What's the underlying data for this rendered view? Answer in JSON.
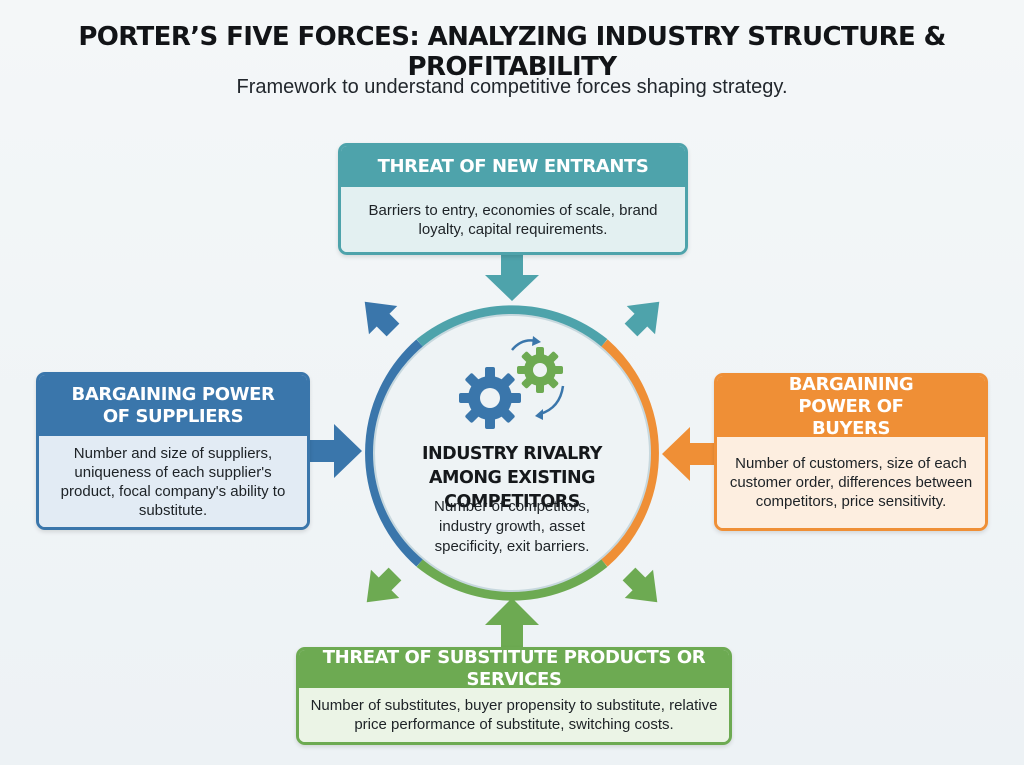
{
  "header": {
    "title": "PORTER’S FIVE FORCES: ANALYZING INDUSTRY STRUCTURE & PROFITABILITY",
    "subtitle": "Framework to understand competitive forces shaping strategy."
  },
  "forces": {
    "new_entrants": {
      "title": "THREAT OF NEW ENTRANTS",
      "description": "Barriers to entry, economies of scale, brand loyalty, capital requirements."
    },
    "suppliers": {
      "title": "BARGAINING POWER OF SUPPLIERS",
      "description": "Number and size of suppliers, uniqueness of each supplier's product, focal company's ability to substitute."
    },
    "buyers": {
      "title": "BARGAINING POWER OF BUYERS",
      "description": "Number of customers, size of each customer order, differences between competitors, price sensitivity."
    },
    "substitutes": {
      "title": "THREAT OF SUBSTITUTE PRODUCTS OR SERVICES",
      "description": "Number of substitutes, buyer propensity to substitute, relative price performance of substitute, switching costs."
    },
    "rivalry": {
      "title": "INDUSTRY RIVALRY AMONG EXISTING COMPETITORS",
      "description": "Number of competitors, industry growth, asset specificity, exit barriers."
    }
  },
  "colors": {
    "new_entrants": "#4ea3ab",
    "suppliers": "#3a76ab",
    "buyers": "#ef8f36",
    "substitutes": "#6daa52",
    "center_fill": "#eef3f5",
    "gear_blue": "#3a76ab",
    "gear_green": "#6daa52"
  },
  "icons": [
    "gears-icon",
    "cycle-arrows-icon"
  ]
}
